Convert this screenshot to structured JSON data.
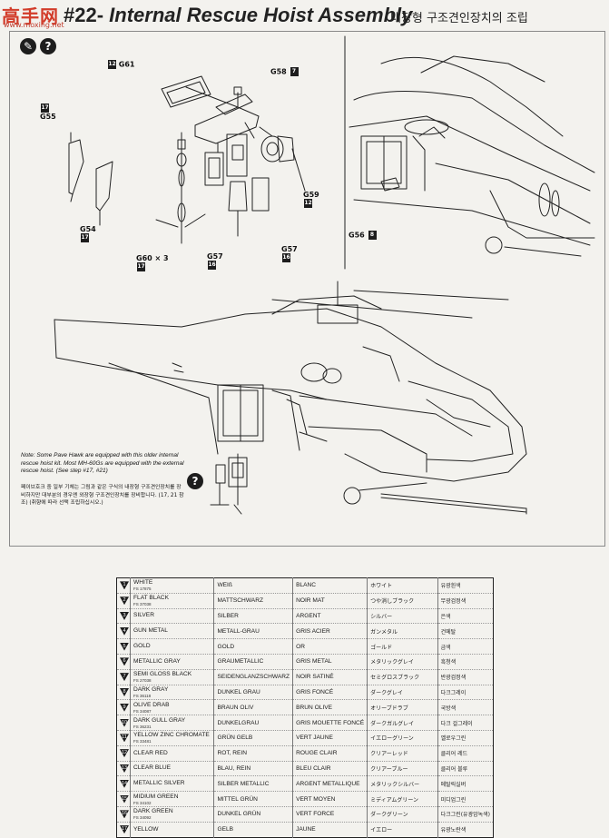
{
  "header": {
    "logo_text": "高手网",
    "logo_url": "www.moxing.net",
    "step": "#22-",
    "title": "Internal Rescue Hoist Assembly",
    "title_korean": "내장형 구조견인장치의 조립"
  },
  "icons": {
    "pencil": "✎",
    "question": "?"
  },
  "parts": [
    {
      "id": "G61",
      "tag": "12"
    },
    {
      "id": "G58",
      "tag": "7"
    },
    {
      "id": "G55",
      "tag": "17"
    },
    {
      "id": "G54",
      "tag": "17"
    },
    {
      "id": "G59",
      "tag": "12"
    },
    {
      "id": "G60 × 3",
      "tag": "17"
    },
    {
      "id": "G57",
      "tag": "16"
    },
    {
      "id": "G57",
      "tag": "16"
    },
    {
      "id": "G56",
      "tag": "8"
    }
  ],
  "note": {
    "english": "Note: Some Pave Hawk are equipped with this older internal rescue hoist kit. Most MH-60Gs are equipped with the external rescue hoist. (See step #17, #21)",
    "korean": "페이브호크 중 일부 기체는 그림과 같은 구식의 내장형 구조견인장치를 장비하지만 대부분의 경우엔 외장형 구조견인장치를 장비합니다. (17, 21 참조) (취향에 따라 선택 조립하십시오.)"
  },
  "paint_table": [
    {
      "num": "1",
      "en": "WHITE",
      "fs": "FS 17875",
      "de": "WEIß",
      "fr": "BLANC",
      "ja": "ホワイト",
      "ko": "유광흰색"
    },
    {
      "num": "2",
      "en": "FLAT BLACK",
      "fs": "FS 37038",
      "de": "MATTSCHWARZ",
      "fr": "NOIR MAT",
      "ja": "つや消しブラック",
      "ko": "무광검정색"
    },
    {
      "num": "3",
      "en": "SILVER",
      "fs": "",
      "de": "SILBER",
      "fr": "ARGENT",
      "ja": "シルバー",
      "ko": "은색"
    },
    {
      "num": "4",
      "en": "GUN METAL",
      "fs": "",
      "de": "METALL-GRAU",
      "fr": "GRIS ACIER",
      "ja": "ガンメタル",
      "ko": "건메탈"
    },
    {
      "num": "5",
      "en": "GOLD",
      "fs": "",
      "de": "GOLD",
      "fr": "OR",
      "ja": "ゴールド",
      "ko": "금색"
    },
    {
      "num": "6",
      "en": "METALLIC GRAY",
      "fs": "",
      "de": "GRAUMETALLIC",
      "fr": "GRIS METAL",
      "ja": "メタリックグレイ",
      "ko": "흑청색"
    },
    {
      "num": "7",
      "en": "SEMI GLOSS BLACK",
      "fs": "FS 27038",
      "de": "SEIDENGLANZSCHWARZ",
      "fr": "NOIR SATINÉ",
      "ja": "セミグロスブラック",
      "ko": "반광검정색"
    },
    {
      "num": "8",
      "en": "DARK GRAY",
      "fs": "FS 36118",
      "de": "DUNKEL GRAU",
      "fr": "GRIS FONCÉ",
      "ja": "ダークグレイ",
      "ko": "다크그레이"
    },
    {
      "num": "9",
      "en": "OLIVE DRAB",
      "fs": "FS 34087",
      "de": "BRAUN OLIV",
      "fr": "BRUN OLIVE",
      "ja": "オリーブドラブ",
      "ko": "국방색"
    },
    {
      "num": "10",
      "en": "DARK GULL GRAY",
      "fs": "FS 36231",
      "de": "DUNKELGRAU",
      "fr": "GRIS MOUETTE FONCÉ",
      "ja": "ダークガルグレイ",
      "ko": "다크 걸그레이"
    },
    {
      "num": "11",
      "en": "YELLOW ZINC CHROMATE",
      "fs": "FS 33481",
      "de": "GRÜN GELB",
      "fr": "VERT JAUNE",
      "ja": "イエローグリーン",
      "ko": "옐로우그린"
    },
    {
      "num": "12",
      "en": "CLEAR RED",
      "fs": "",
      "de": "ROT, REIN",
      "fr": "ROUGE CLAIR",
      "ja": "クリアーレッド",
      "ko": "클리어 레드"
    },
    {
      "num": "13",
      "en": "CLEAR BLUE",
      "fs": "",
      "de": "BLAU, REIN",
      "fr": "BLEU CLAIR",
      "ja": "クリアーブルー",
      "ko": "클리어 블루"
    },
    {
      "num": "14",
      "en": "METALLIC SILVER",
      "fs": "",
      "de": "SILBER METALLIC",
      "fr": "ARGENT METALLIQUE",
      "ja": "メタリックシルバー",
      "ko": "메탈릭실버"
    },
    {
      "num": "15",
      "en": "MIDIUM GREEN",
      "fs": "FS 34102",
      "de": "MITTEL GRÜN",
      "fr": "VERT MOYEN",
      "ja": "ミディアムグリーン",
      "ko": "미디엄그린"
    },
    {
      "num": "16",
      "en": "DARK GREEN",
      "fs": "FS 34092",
      "de": "DUNKEL GRÜN",
      "fr": "VERT FORCE",
      "ja": "ダークグリーン",
      "ko": "다크그린(유광암녹색)"
    },
    {
      "num": "17",
      "en": "YELLOW",
      "fs": "",
      "de": "GELB",
      "fr": "JAUNE",
      "ja": "イエロー",
      "ko": "유광노란색"
    }
  ],
  "colors": {
    "logo_red": "#d23c2a",
    "line": "#222222",
    "paper": "#f3f2ee"
  }
}
